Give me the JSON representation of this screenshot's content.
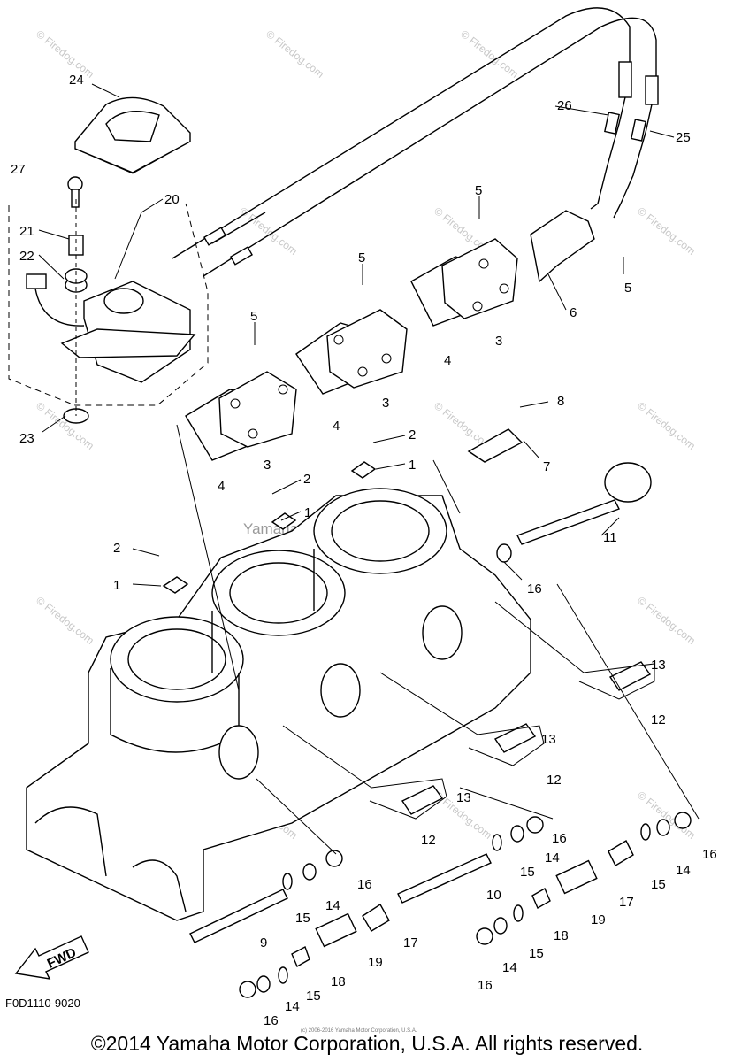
{
  "watermark": "© Firedog.com",
  "center_watermark": "Yamaha Motor Corp., U.S.A.",
  "fwd_label": "FWD",
  "diagram_code": "F0D1110-9020",
  "copyright": "©2014 Yamaha Motor Corporation, U.S.A. All rights reserved.",
  "micro_copyright": "(c) 2006-2016 Yamaha Motor Corporation, U.S.A.",
  "callouts": [
    {
      "id": "c24",
      "text": "24"
    },
    {
      "id": "c27",
      "text": "27"
    },
    {
      "id": "c20",
      "text": "20"
    },
    {
      "id": "c21",
      "text": "21"
    },
    {
      "id": "c22",
      "text": "22"
    },
    {
      "id": "c23",
      "text": "23"
    },
    {
      "id": "c26",
      "text": "26"
    },
    {
      "id": "c25",
      "text": "25"
    },
    {
      "id": "c5a",
      "text": "5"
    },
    {
      "id": "c5b",
      "text": "5"
    },
    {
      "id": "c5c",
      "text": "5"
    },
    {
      "id": "c5d",
      "text": "5"
    },
    {
      "id": "c6",
      "text": "6"
    },
    {
      "id": "c3a",
      "text": "3"
    },
    {
      "id": "c3b",
      "text": "3"
    },
    {
      "id": "c3c",
      "text": "3"
    },
    {
      "id": "c4a",
      "text": "4"
    },
    {
      "id": "c4b",
      "text": "4"
    },
    {
      "id": "c4c",
      "text": "4"
    },
    {
      "id": "c8",
      "text": "8"
    },
    {
      "id": "c7",
      "text": "7"
    },
    {
      "id": "c2a",
      "text": "2"
    },
    {
      "id": "c2b",
      "text": "2"
    },
    {
      "id": "c2c",
      "text": "2"
    },
    {
      "id": "c1a",
      "text": "1"
    },
    {
      "id": "c1b",
      "text": "1"
    },
    {
      "id": "c1c",
      "text": "1"
    },
    {
      "id": "c11",
      "text": "11"
    },
    {
      "id": "c16a",
      "text": "16"
    },
    {
      "id": "c13a",
      "text": "13"
    },
    {
      "id": "c12a",
      "text": "12"
    },
    {
      "id": "c13b",
      "text": "13"
    },
    {
      "id": "c12b",
      "text": "12"
    },
    {
      "id": "c13c",
      "text": "13"
    },
    {
      "id": "c12c",
      "text": "12"
    },
    {
      "id": "c16b",
      "text": "16"
    },
    {
      "id": "c14a",
      "text": "14"
    },
    {
      "id": "c15a",
      "text": "15"
    },
    {
      "id": "c16c",
      "text": "16"
    },
    {
      "id": "c14b",
      "text": "14"
    },
    {
      "id": "c15b",
      "text": "15"
    },
    {
      "id": "c16d",
      "text": "16"
    },
    {
      "id": "c14c",
      "text": "14"
    },
    {
      "id": "c15c",
      "text": "15"
    },
    {
      "id": "c10",
      "text": "10"
    },
    {
      "id": "c17a",
      "text": "17"
    },
    {
      "id": "c19a",
      "text": "19"
    },
    {
      "id": "c18a",
      "text": "18"
    },
    {
      "id": "c17b",
      "text": "17"
    },
    {
      "id": "c19b",
      "text": "19"
    },
    {
      "id": "c18b",
      "text": "18"
    },
    {
      "id": "c9",
      "text": "9"
    },
    {
      "id": "c16e",
      "text": "16"
    },
    {
      "id": "c14d",
      "text": "14"
    },
    {
      "id": "c15d",
      "text": "15"
    },
    {
      "id": "c16f",
      "text": "16"
    },
    {
      "id": "c14e",
      "text": "14"
    },
    {
      "id": "c15e",
      "text": "15"
    }
  ]
}
